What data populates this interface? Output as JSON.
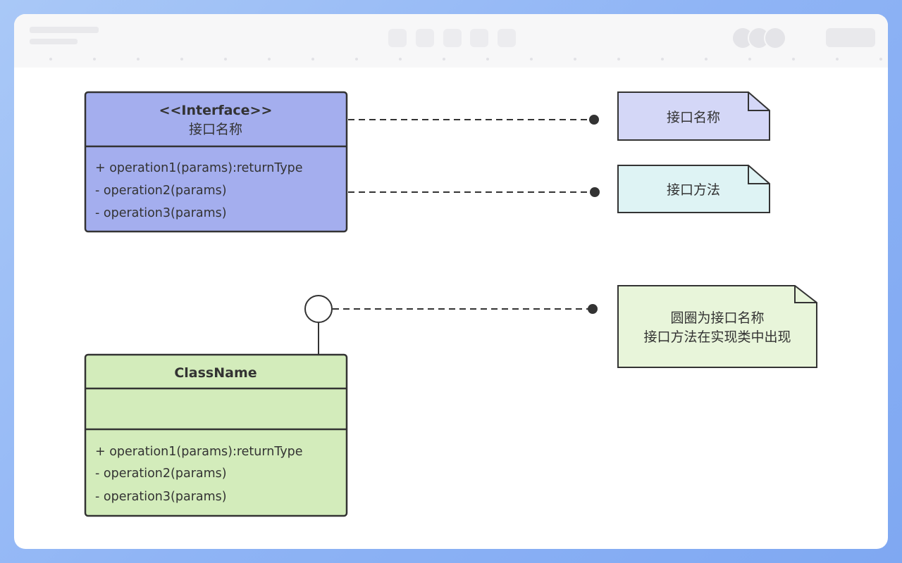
{
  "interface_class": {
    "stereotype": "<<Interface>>",
    "name": "接口名称",
    "methods": [
      "+ operation1(params):returnType",
      "- operation2(params)",
      "- operation3(params)"
    ]
  },
  "concrete_class": {
    "name": "ClassName",
    "methods": [
      "+ operation1(params):returnType",
      "- operation2(params)",
      "- operation3(params)"
    ]
  },
  "notes": {
    "interface_name": "接口名称",
    "interface_methods": "接口方法",
    "lollipop_line1": "圆圈为接口名称",
    "lollipop_line2": "接口方法在实现类中出现"
  },
  "colors": {
    "interface_fill": "#a4aeee",
    "class_fill": "#d3ecbb",
    "note_name_fill": "#d4d7f7",
    "note_methods_fill": "#def3f4",
    "note_lollipop_fill": "#e8f5da",
    "stroke": "#333333"
  }
}
